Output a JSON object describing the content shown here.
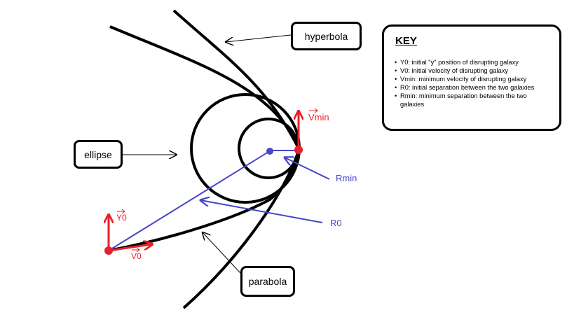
{
  "labels": {
    "hyperbola": "hyperbola",
    "ellipse": "ellipse",
    "parabola": "parabola",
    "rmin": "Rmin",
    "r0": "R0",
    "vmin": "Vmin",
    "y0": "Y0",
    "v0": "V0"
  },
  "key": {
    "title": "KEY",
    "items": [
      "Y0: initial \"y\" position of disrupting galaxy",
      "V0: initial velocity of disrupting galaxy",
      "Vmin: minimum velocity of disrupting galaxy",
      "R0: initial separation between the two galaxies",
      "Rmin: minimum separation between the two galaxies"
    ]
  },
  "colors": {
    "orbit": "#000000",
    "vector_red": "#e8202a",
    "vector_blue": "#4646c8"
  }
}
